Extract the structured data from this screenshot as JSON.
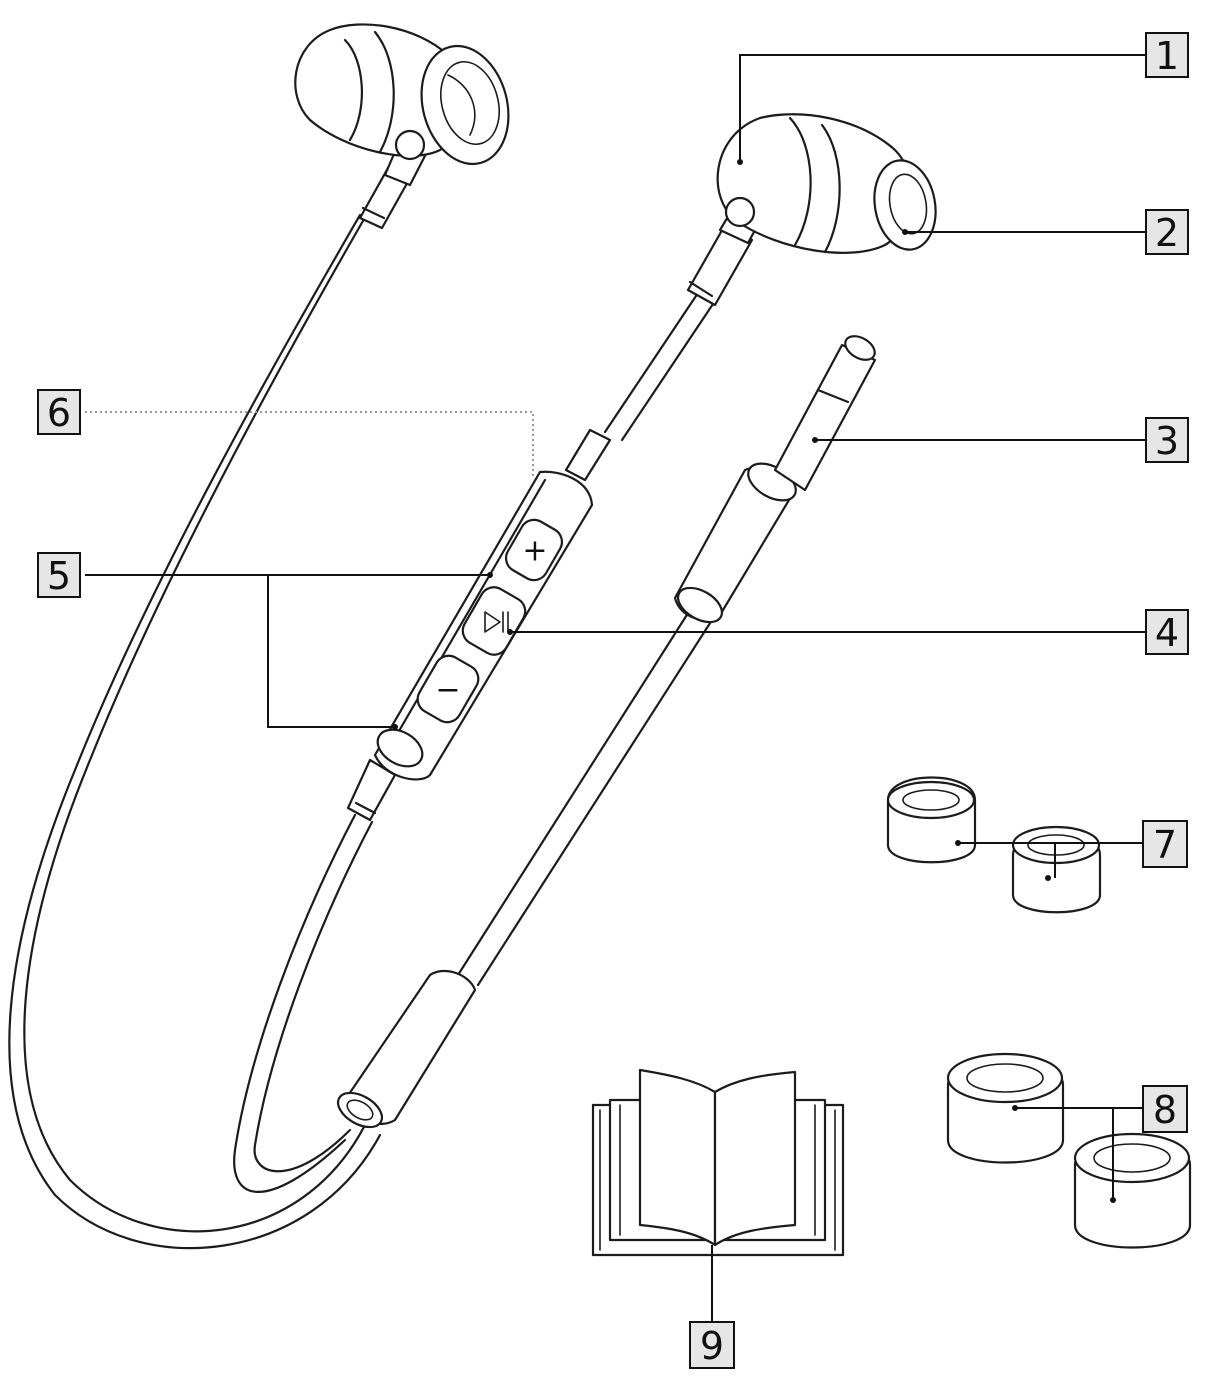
{
  "callouts": [
    {
      "id": "1",
      "label": "1"
    },
    {
      "id": "2",
      "label": "2"
    },
    {
      "id": "3",
      "label": "3"
    },
    {
      "id": "4",
      "label": "4"
    },
    {
      "id": "5",
      "label": "5"
    },
    {
      "id": "6",
      "label": "6"
    },
    {
      "id": "7",
      "label": "7"
    },
    {
      "id": "8",
      "label": "8"
    },
    {
      "id": "9",
      "label": "9"
    }
  ],
  "remote": {
    "plus_symbol": "+",
    "minus_symbol": "−"
  },
  "colors": {
    "line": "#1c1c1c",
    "callout_fill": "#e6e6e6",
    "background": "#ffffff"
  }
}
